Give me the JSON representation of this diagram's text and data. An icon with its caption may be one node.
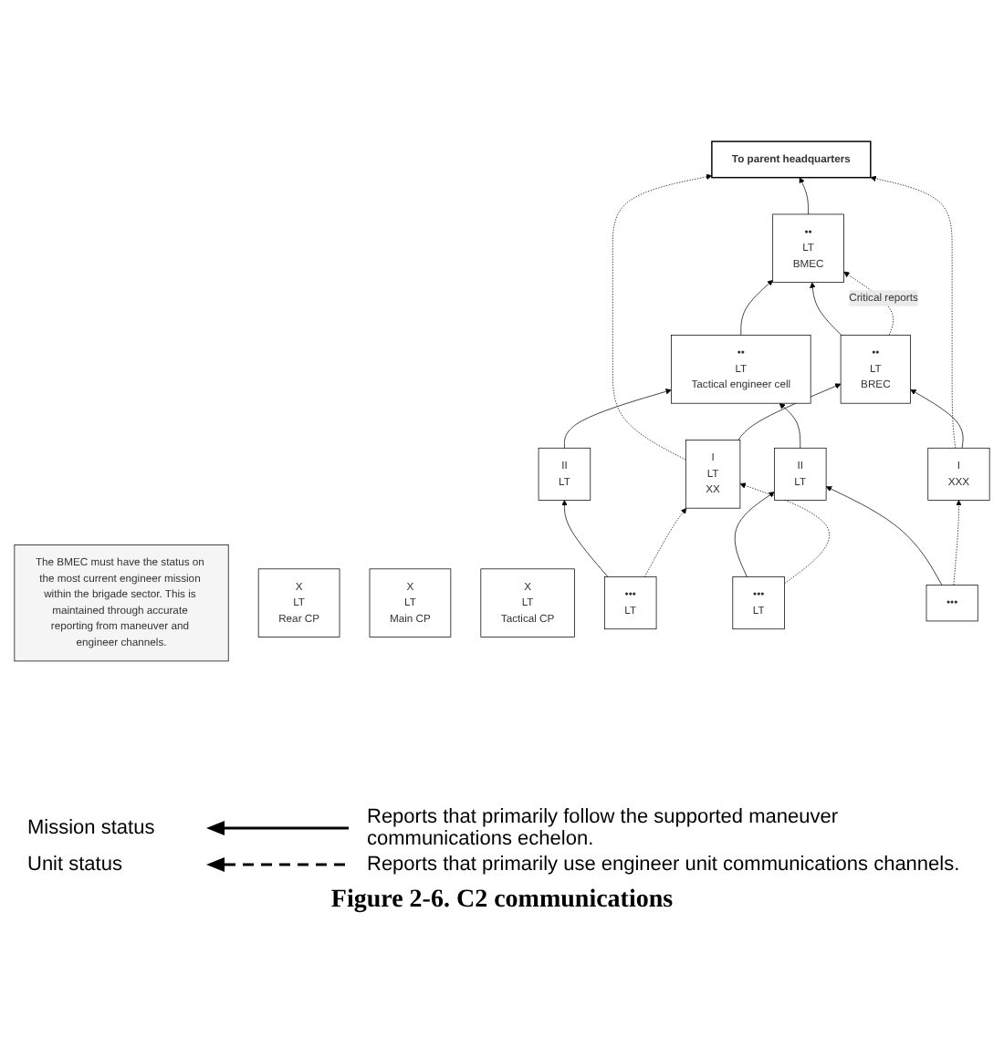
{
  "diagram": {
    "caption": "Figure 2-6. C2 communications",
    "nodes": [
      {
        "text": [
          "To parent headquarters"
        ]
      },
      {
        "text": [
          "The BMEC must have the status on the most current engineer mission within the brigade sector. This is maintained through accurate reporting from maneuver and engineer channels."
        ]
      },
      {
        "text": [
          "X",
          "LT",
          "Rear CP"
        ]
      },
      {
        "text": [
          "X",
          "LT",
          "Main CP"
        ]
      },
      {
        "text": [
          "X",
          "LT",
          "Tactical CP"
        ]
      },
      {
        "text": [
          "••",
          "LT",
          "BREC"
        ]
      },
      {
        "text": [
          "••",
          "LT",
          "BMEC"
        ]
      },
      {
        "text": [
          "••",
          "LT",
          "Tactical engineer cell"
        ]
      },
      {
        "text": [
          "I",
          "LT",
          "XX"
        ]
      },
      {
        "text": [
          "I",
          "XXX"
        ]
      },
      {
        "text": [
          "II",
          "LT"
        ]
      },
      {
        "text": [
          "•••",
          "LT"
        ]
      },
      {
        "text": [
          "II",
          "LT"
        ]
      },
      {
        "text": [
          "•••",
          "LT"
        ]
      },
      {
        "text": [
          "•••"
        ]
      }
    ],
    "edges": [
      {
        "from": 6,
        "to": 0,
        "arrow": "to"
      },
      {
        "from": 8,
        "to": 0,
        "arrow": "to",
        "style": "dashed"
      },
      {
        "from": 9,
        "to": 0,
        "arrow": "to",
        "style": "dashed"
      },
      {
        "from": 5,
        "to": 6,
        "arrow": "to"
      },
      {
        "from": 5,
        "to": 6,
        "arrow": "to",
        "style": "dashed",
        "label": "Critical reports"
      },
      {
        "from": 7,
        "to": 6,
        "arrow": "to"
      },
      {
        "from": 8,
        "to": 5,
        "arrow": "to"
      },
      {
        "from": 9,
        "to": 5,
        "arrow": "to"
      },
      {
        "from": 10,
        "to": 7,
        "arrow": "to"
      },
      {
        "from": 11,
        "to": 10,
        "arrow": "to"
      },
      {
        "from": 11,
        "to": 8,
        "arrow": "to",
        "style": "dashed"
      },
      {
        "from": 12,
        "to": 7,
        "arrow": "to"
      },
      {
        "from": 13,
        "to": 12,
        "arrow": "to"
      },
      {
        "from": 14,
        "to": 12,
        "arrow": "to"
      },
      {
        "from": 13,
        "to": 8,
        "arrow": "to",
        "style": "dashed"
      },
      {
        "from": 14,
        "to": 9,
        "arrow": "to",
        "style": "dashed"
      }
    ],
    "labels": [
      "Reports that primarily follow the supported maneuver communications echelon.",
      "Reports that primarily use engineer unit communications channels."
    ],
    "legend": [
      {
        "text": "Mission status"
      },
      {
        "text": "Unit status"
      }
    ]
  }
}
